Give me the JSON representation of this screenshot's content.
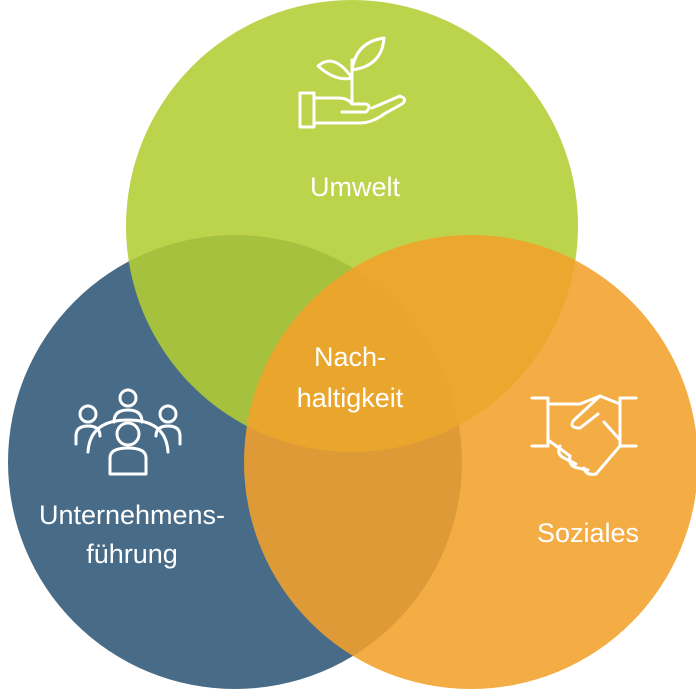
{
  "diagram": {
    "type": "venn",
    "colors": {
      "umwelt": "#b6d036",
      "unternehmen": "#2f5877",
      "soziales": "#f0a02c",
      "text": "#ffffff"
    },
    "sets": {
      "umwelt": {
        "label": "Umwelt",
        "icon": "plant-in-hand-icon"
      },
      "unternehmen": {
        "label_line1": "Unternehmens-",
        "label_line2": "führung",
        "icon": "meeting-table-icon"
      },
      "soziales": {
        "label": "Soziales",
        "icon": "handshake-icon"
      }
    },
    "center": {
      "label_line1": "Nach-",
      "label_line2": "haltigkeit"
    }
  }
}
